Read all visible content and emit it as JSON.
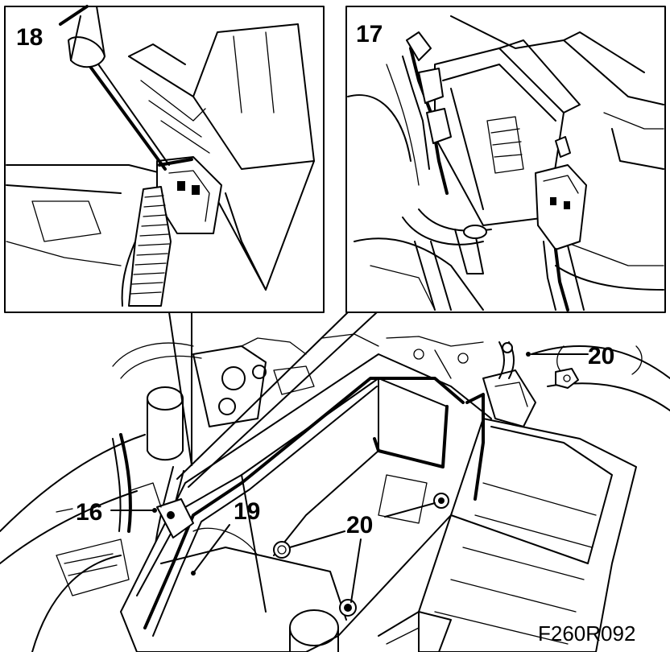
{
  "callouts": {
    "c16": "16",
    "c17": "17",
    "c18": "18",
    "c19": "19",
    "c20_top": "20",
    "c20_center": "20"
  },
  "figure_code": "F260R092"
}
